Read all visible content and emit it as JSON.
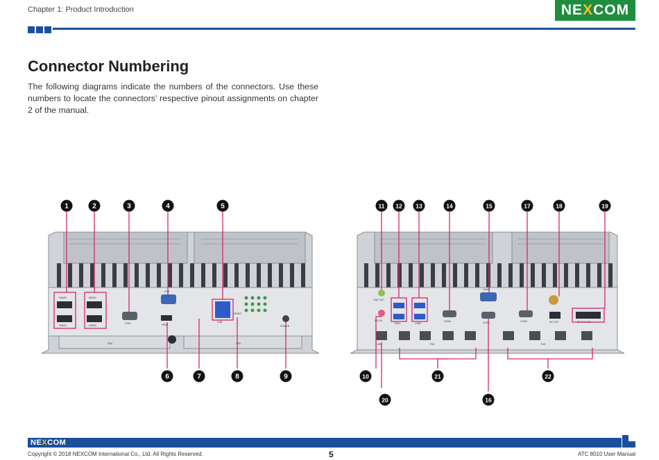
{
  "header": {
    "chapter": "Chapter 1: Product Introduction",
    "logo": {
      "left": "NE",
      "x": "X",
      "right": "COM"
    }
  },
  "main": {
    "title": "Connector Numbering",
    "intro": "The following diagrams indicate the numbers of the connectors. Use these numbers to locate the connectors’ respective pinout assignments on chapter 2 of the manual."
  },
  "front_panel": {
    "callouts": [
      "1",
      "2",
      "3",
      "4",
      "5",
      "6",
      "7",
      "8",
      "9"
    ],
    "labels": {
      "hdmi2": "HDMI2",
      "hdmi4": "HDMI4",
      "hdmi1": "HDMI1",
      "hdmi3": "HDMI3",
      "com": "COM",
      "vga": "VGA",
      "hdmi": "HDMI",
      "usb": "USB",
      "reset": "RESET",
      "power": "POWER",
      "ssd1": "SSD",
      "ssd2": "SSD"
    }
  },
  "rear_panel": {
    "callouts": [
      "11",
      "12",
      "13",
      "14",
      "15",
      "17",
      "18",
      "19",
      "10",
      "21",
      "22",
      "20",
      "16"
    ],
    "labels": {
      "line_out": "LINE OUT",
      "mic_in": "MIC IN",
      "usb1": "USB1",
      "usb2": "USB2",
      "com4": "COM4",
      "com3": "COM3",
      "com1": "COM1",
      "com2": "COM2",
      "dc_out": "DC OUT",
      "dc_in": "DC IN 9~36V",
      "lan": "LAN",
      "poe": "PoE"
    }
  },
  "colors": {
    "callout": "#111111",
    "leader": "#d6246e",
    "brand_blue": "#1b4f9c",
    "brand_green": "#1e8e3e"
  },
  "footer": {
    "logo": {
      "left": "NE",
      "x": "X",
      "right": "COM"
    },
    "copyright": "Copyright © 2018 NEXCOM International Co., Ltd. All Rights Reserved.",
    "page_number": "5",
    "manual": "ATC 8010 User Manual"
  }
}
